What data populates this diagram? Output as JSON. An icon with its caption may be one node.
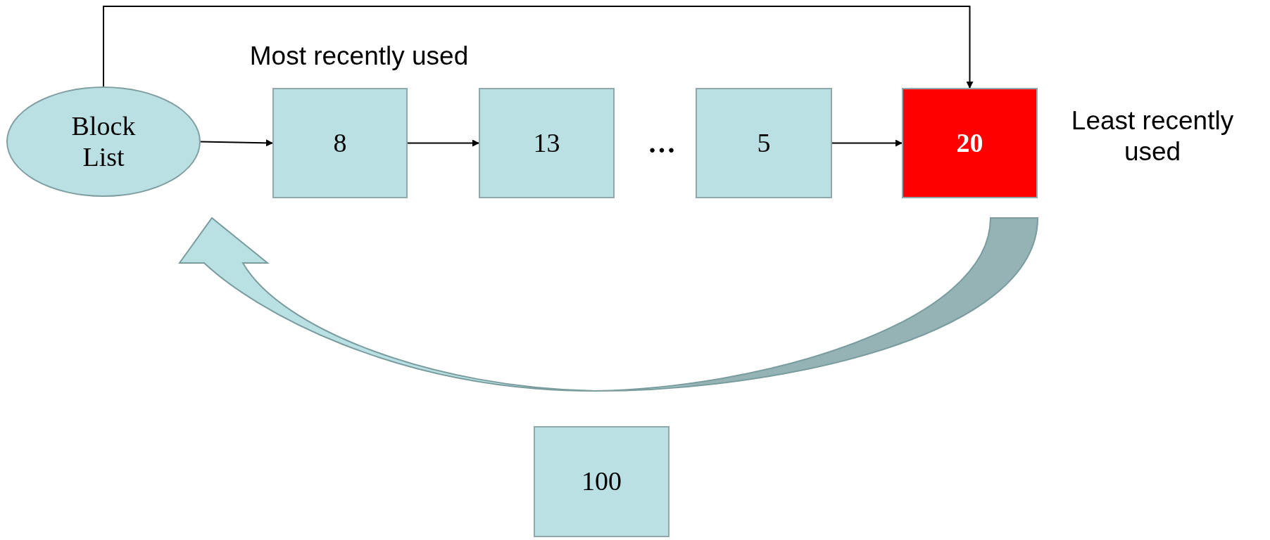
{
  "diagram": {
    "nodes": [
      {
        "text": [
          "Block List"
        ]
      },
      {
        "text": [
          "8"
        ]
      },
      {
        "text": [
          "13"
        ]
      },
      {
        "text": [
          "5"
        ]
      },
      {
        "text": [
          "20"
        ]
      },
      {
        "text": [
          "100"
        ]
      }
    ],
    "edges": [
      {
        "from": 0,
        "to": 1,
        "arrow": "to"
      },
      {
        "from": 1,
        "to": 2,
        "arrow": "to"
      },
      {
        "from": 3,
        "to": 4,
        "arrow": "to"
      },
      {
        "from": 0,
        "to": 4,
        "arrow": "to"
      },
      {
        "from": 4,
        "to": 0,
        "arrow": "to",
        "style": "thick",
        "color": "#b9e0e3"
      }
    ],
    "labels": [
      "Most recently used",
      "…",
      "Least recently used"
    ]
  }
}
